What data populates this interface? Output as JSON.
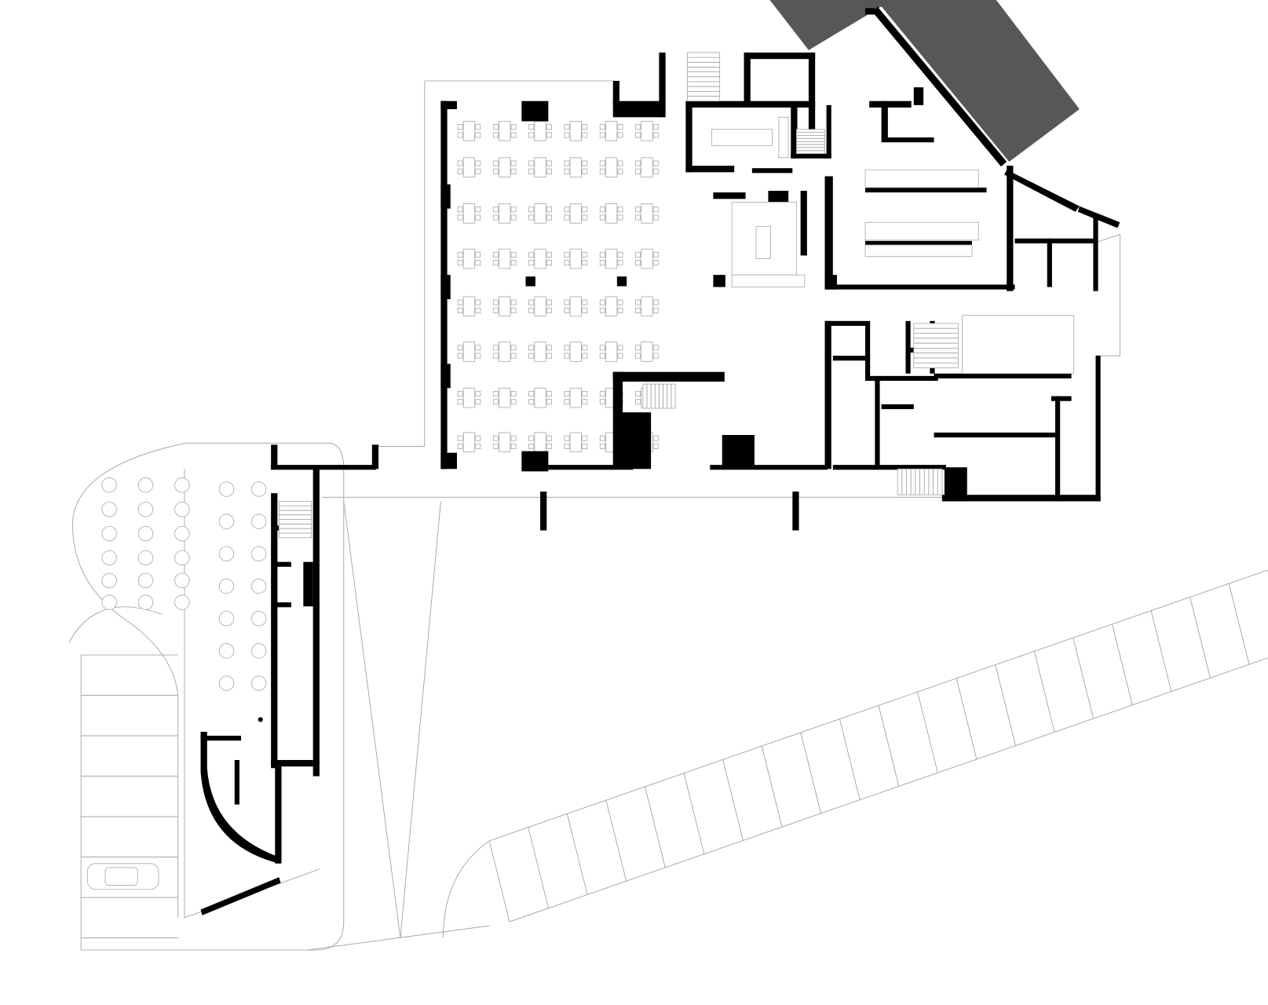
{
  "plan": {
    "colors": {
      "background": "#ffffff",
      "wall": "#000000",
      "neighbour_building": "#575757",
      "linework": "#9a9a9a"
    },
    "dining_tables": {
      "columns": 6,
      "rows": 8
    },
    "terrace_tables": {
      "columns": 3,
      "rows": 6
    },
    "parking_left_spaces": 7,
    "parking_diagonal_spaces": 20
  }
}
